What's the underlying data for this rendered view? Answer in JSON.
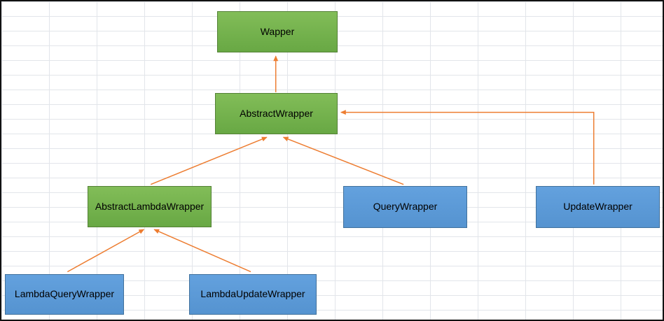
{
  "diagram": {
    "description": "Class inheritance hierarchy of Wrapper classes",
    "nodes": [
      {
        "id": "wapper",
        "label": "Wapper",
        "type": "green"
      },
      {
        "id": "abstract-wrapper",
        "label": "AbstractWrapper",
        "type": "green"
      },
      {
        "id": "abstract-lambda-wrapper",
        "label": "AbstractLambdaWrapper",
        "type": "green"
      },
      {
        "id": "query-wrapper",
        "label": "QueryWrapper",
        "type": "blue"
      },
      {
        "id": "update-wrapper",
        "label": "UpdateWrapper",
        "type": "blue"
      },
      {
        "id": "lambda-query-wrapper",
        "label": "LambdaQueryWrapper",
        "type": "blue"
      },
      {
        "id": "lambda-update-wrapper",
        "label": "LambdaUpdateWrapper",
        "type": "blue"
      }
    ],
    "edges": [
      {
        "from": "abstract-wrapper",
        "to": "wapper"
      },
      {
        "from": "abstract-lambda-wrapper",
        "to": "abstract-wrapper"
      },
      {
        "from": "query-wrapper",
        "to": "abstract-wrapper"
      },
      {
        "from": "update-wrapper",
        "to": "abstract-wrapper"
      },
      {
        "from": "lambda-query-wrapper",
        "to": "abstract-lambda-wrapper"
      },
      {
        "from": "lambda-update-wrapper",
        "to": "abstract-lambda-wrapper"
      }
    ]
  },
  "colors": {
    "green_fill_top": "#82bd58",
    "green_fill_bottom": "#68a844",
    "green_border": "#538135",
    "blue_fill_top": "#63a1de",
    "blue_fill_bottom": "#5593d0",
    "blue_border": "#41719c",
    "arrow_color": "#ed7d31",
    "gridline": "#e2e5ea"
  }
}
